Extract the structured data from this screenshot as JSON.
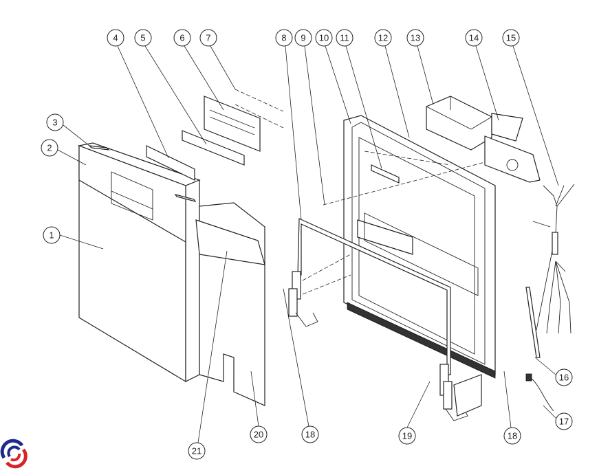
{
  "diagram": {
    "type": "exploded-parts-view",
    "callouts": [
      "1",
      "2",
      "3",
      "4",
      "5",
      "6",
      "7",
      "8",
      "9",
      "10",
      "11",
      "12",
      "13",
      "14",
      "15",
      "16",
      "17",
      "18",
      "18",
      "19",
      "20",
      "21"
    ]
  },
  "logo": {
    "name": "brand-logo",
    "colors": [
      "#1c2a8c",
      "#d8232a"
    ]
  }
}
